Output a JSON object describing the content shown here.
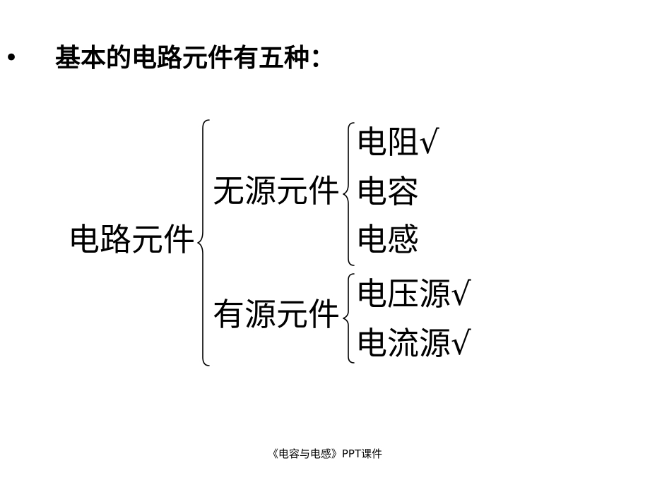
{
  "slide": {
    "bullet": "•",
    "heading": "基本的电路元件有五种：",
    "tree": {
      "root": "电路元件",
      "categories": [
        {
          "label": "无源元件",
          "items": [
            "电阻√",
            "电容",
            "电感"
          ]
        },
        {
          "label": "有源元件",
          "items": [
            "电压源√",
            "电流源√"
          ]
        }
      ]
    },
    "footer": "《电容与电感》PPT课件"
  }
}
